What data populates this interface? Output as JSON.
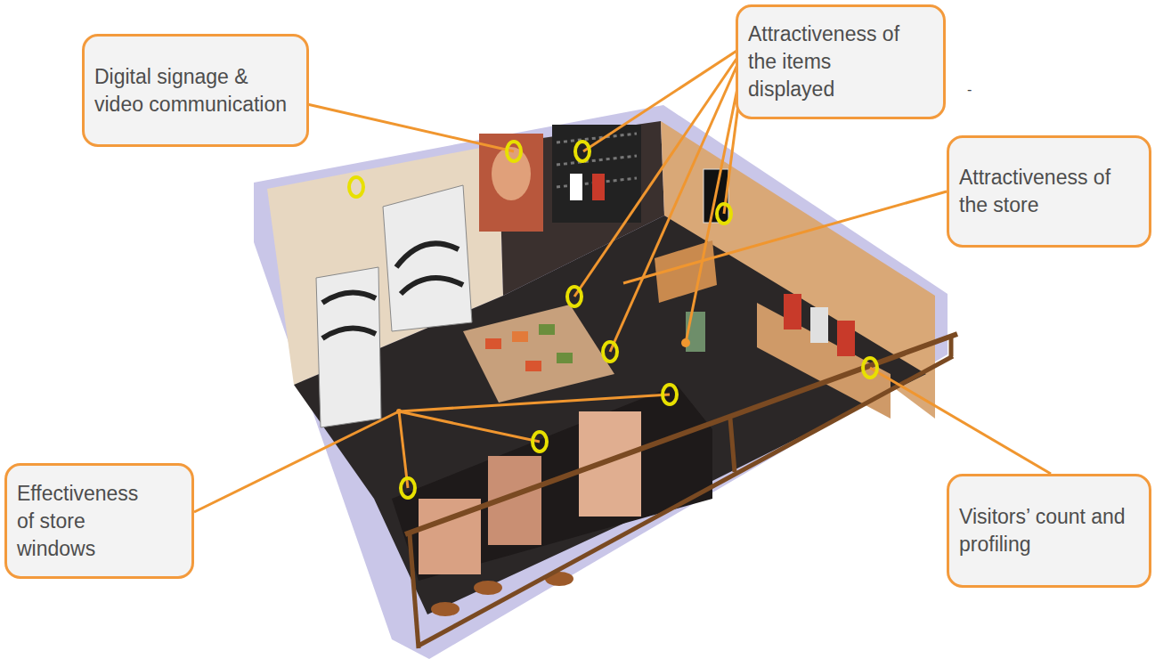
{
  "diagram": {
    "nodes": [
      {
        "text": [
          "Digital signage & video communication"
        ]
      },
      {
        "text": [
          "Attractiveness of the items displayed"
        ]
      },
      {
        "text": [
          "Attractiveness of the store"
        ]
      },
      {
        "text": [
          "Effectiveness of store windows"
        ]
      },
      {
        "text": [
          "Visitors’ count and profiling"
        ]
      }
    ],
    "labels": [
      "-"
    ]
  }
}
